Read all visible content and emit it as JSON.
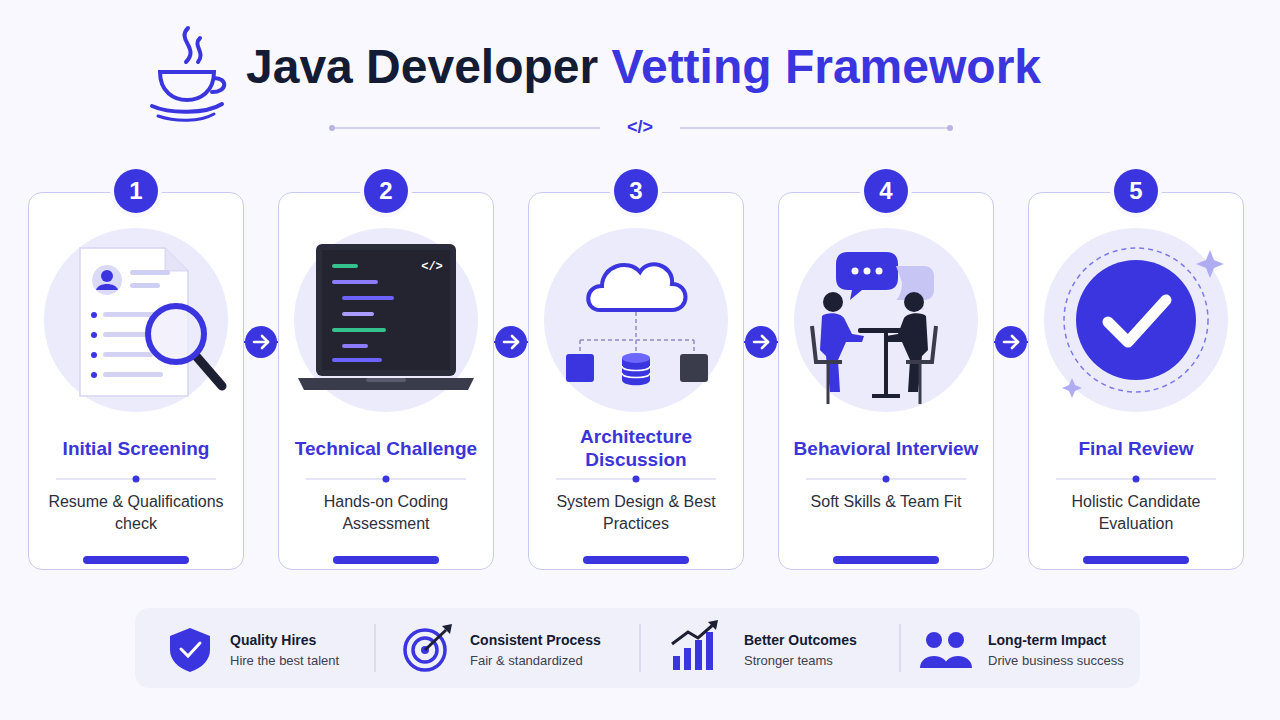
{
  "diagram": {
    "title": "Java Developer Vetting Framework",
    "nodes": [
      {
        "text": [
          "1",
          "Initial Screening",
          "Resume & Qualifications check"
        ]
      },
      {
        "text": [
          "2",
          "Technical Challenge",
          "Hands-on Coding Assessment"
        ]
      },
      {
        "text": [
          "3",
          "Architecture Discussion",
          "System Design & Best Practices"
        ]
      },
      {
        "text": [
          "4",
          "Behavioral Interview",
          "Soft Skills & Team Fit"
        ]
      },
      {
        "text": [
          "5",
          "Final Review",
          "Holistic Candidate Evaluation"
        ]
      }
    ],
    "edges": [
      {
        "from": 0,
        "to": 1,
        "arrow": "to"
      },
      {
        "from": 1,
        "to": 2,
        "arrow": "to"
      },
      {
        "from": 2,
        "to": 3,
        "arrow": "to"
      },
      {
        "from": 3,
        "to": 4,
        "arrow": "to"
      }
    ],
    "labels": [
      "</>",
      "</>",
      "Quality Hires",
      "Hire the best talent",
      "Consistent Process",
      "Fair & standardized",
      "Better Outcomes",
      "Stronger teams",
      "Long-term Impact",
      "Drive business success"
    ]
  }
}
